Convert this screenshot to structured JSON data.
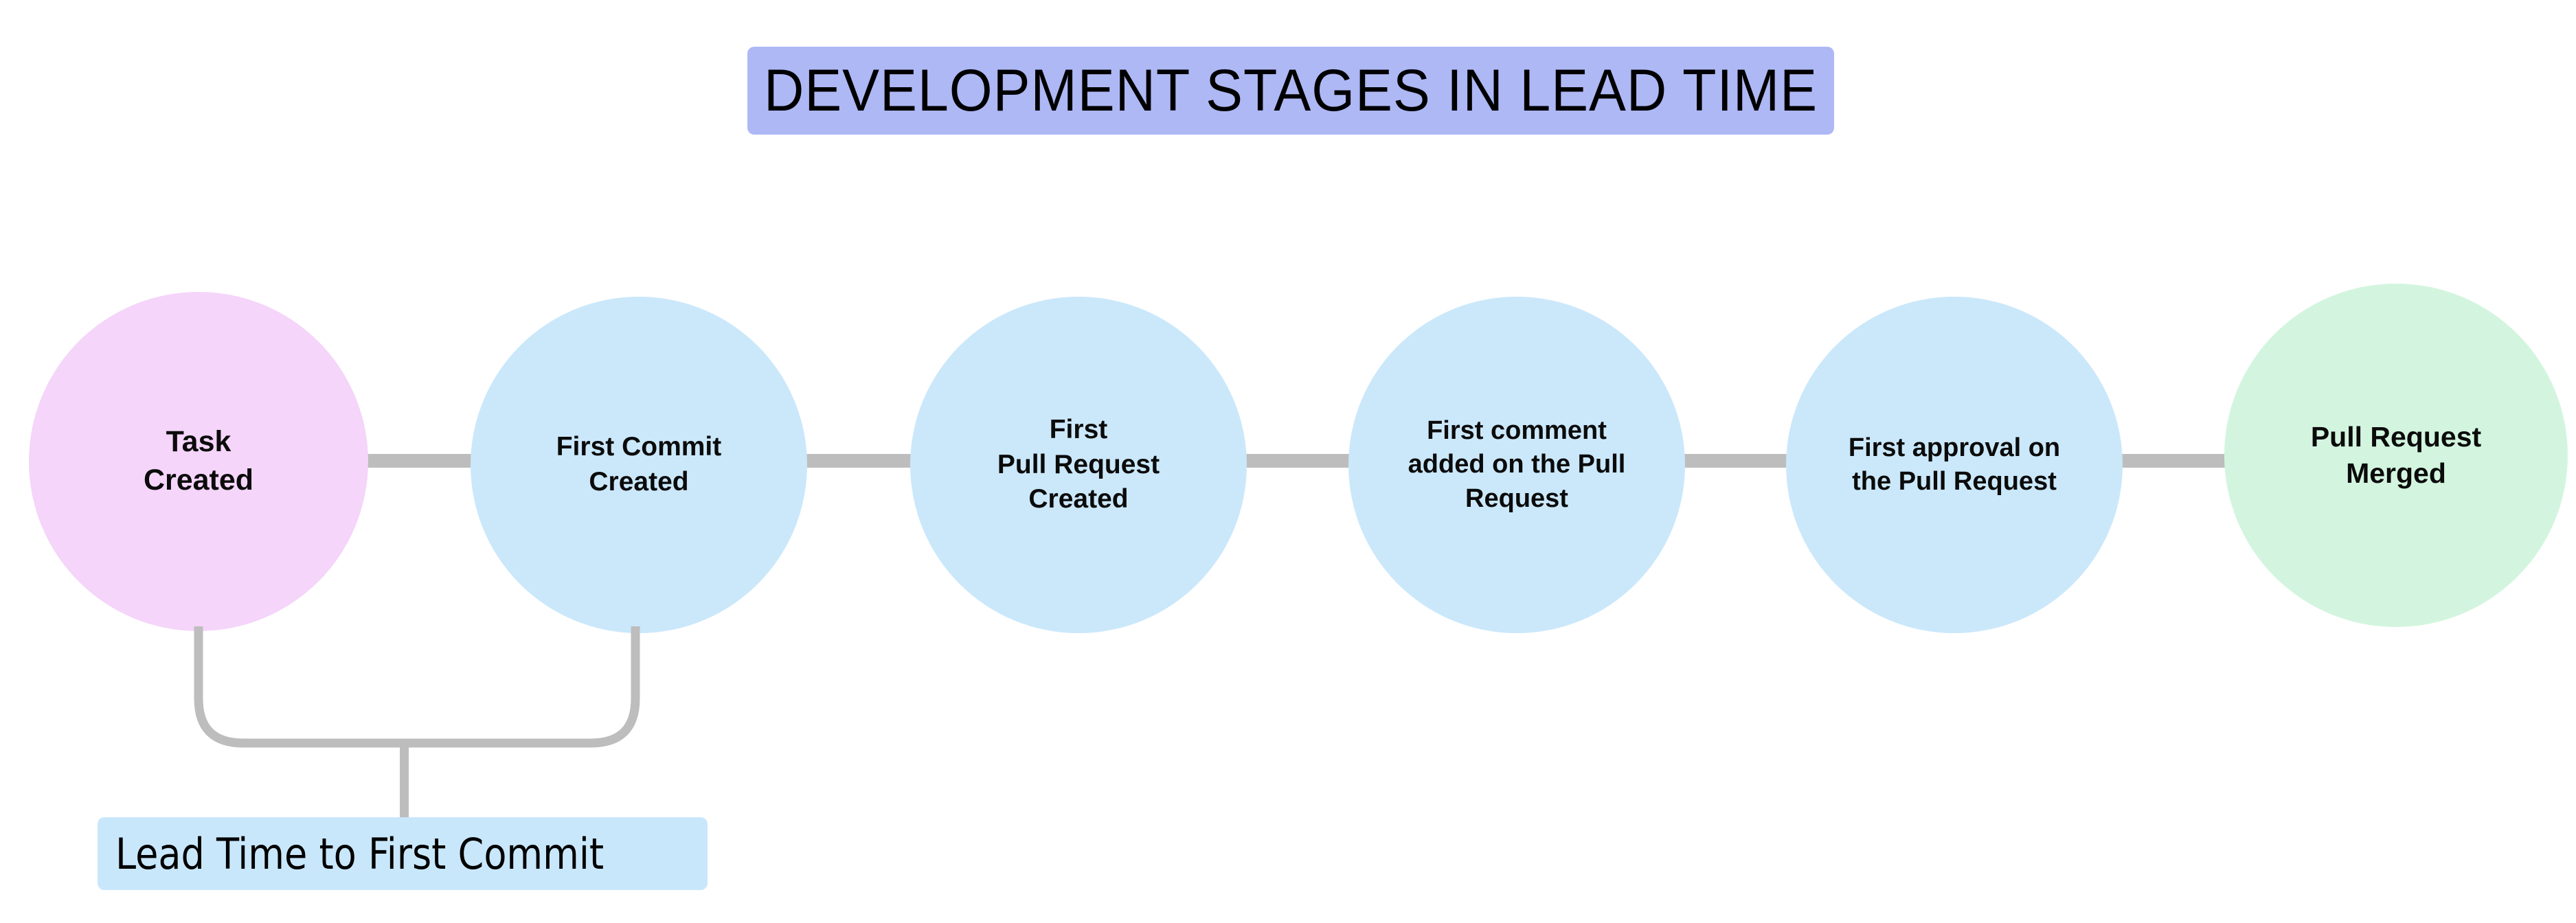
{
  "title": {
    "text": "DEVELOPMENT STAGES IN LEAD TIME",
    "background_color": "#aeb8f5",
    "text_color": "#000000"
  },
  "colors": {
    "start_node": "#f5d5fa",
    "middle_node": "#cbe8fb",
    "end_node": "#d3f5df",
    "connector": "#bdbdbd",
    "bracket": "#bdbdbd",
    "annotation_box": "#c9e7fb",
    "page_background": "#ffffff"
  },
  "chart_data": {
    "type": "diagram",
    "subtype": "linear-process-flow",
    "title": "DEVELOPMENT STAGES IN LEAD TIME",
    "nodes": [
      {
        "id": "task-created",
        "label": "Task\nCreated",
        "color": "#f5d5fa",
        "order": 1
      },
      {
        "id": "first-commit",
        "label": "First Commit\nCreated",
        "color": "#cbe8fb",
        "order": 2
      },
      {
        "id": "first-pr",
        "label": "First\nPull Request\nCreated",
        "color": "#cbe8fb",
        "order": 3
      },
      {
        "id": "first-comment",
        "label": "First comment\nadded on the Pull\nRequest",
        "color": "#cbe8fb",
        "order": 4
      },
      {
        "id": "first-approval",
        "label": "First approval on\nthe Pull Request",
        "color": "#cbe8fb",
        "order": 5
      },
      {
        "id": "pr-merged",
        "label": "Pull Request\nMerged",
        "color": "#d3f5df",
        "order": 6
      }
    ],
    "edges": [
      {
        "from": "task-created",
        "to": "first-commit"
      },
      {
        "from": "first-commit",
        "to": "first-pr"
      },
      {
        "from": "first-pr",
        "to": "first-comment"
      },
      {
        "from": "first-comment",
        "to": "first-approval"
      },
      {
        "from": "first-approval",
        "to": "pr-merged"
      }
    ],
    "spans": [
      {
        "id": "lead-time-to-first-commit",
        "label": "Lead Time to First Commit",
        "from": "task-created",
        "to": "first-commit",
        "box_color": "#c9e7fb"
      }
    ]
  },
  "nodes": [
    {
      "label": "Task\nCreated"
    },
    {
      "label": "First Commit\nCreated"
    },
    {
      "label": "First\nPull Request\nCreated"
    },
    {
      "label": "First comment\nadded on the Pull\nRequest"
    },
    {
      "label": "First approval on\nthe Pull Request"
    },
    {
      "label": "Pull Request\nMerged"
    }
  ],
  "annotation": {
    "lead_time_label": "Lead Time to First Commit"
  }
}
